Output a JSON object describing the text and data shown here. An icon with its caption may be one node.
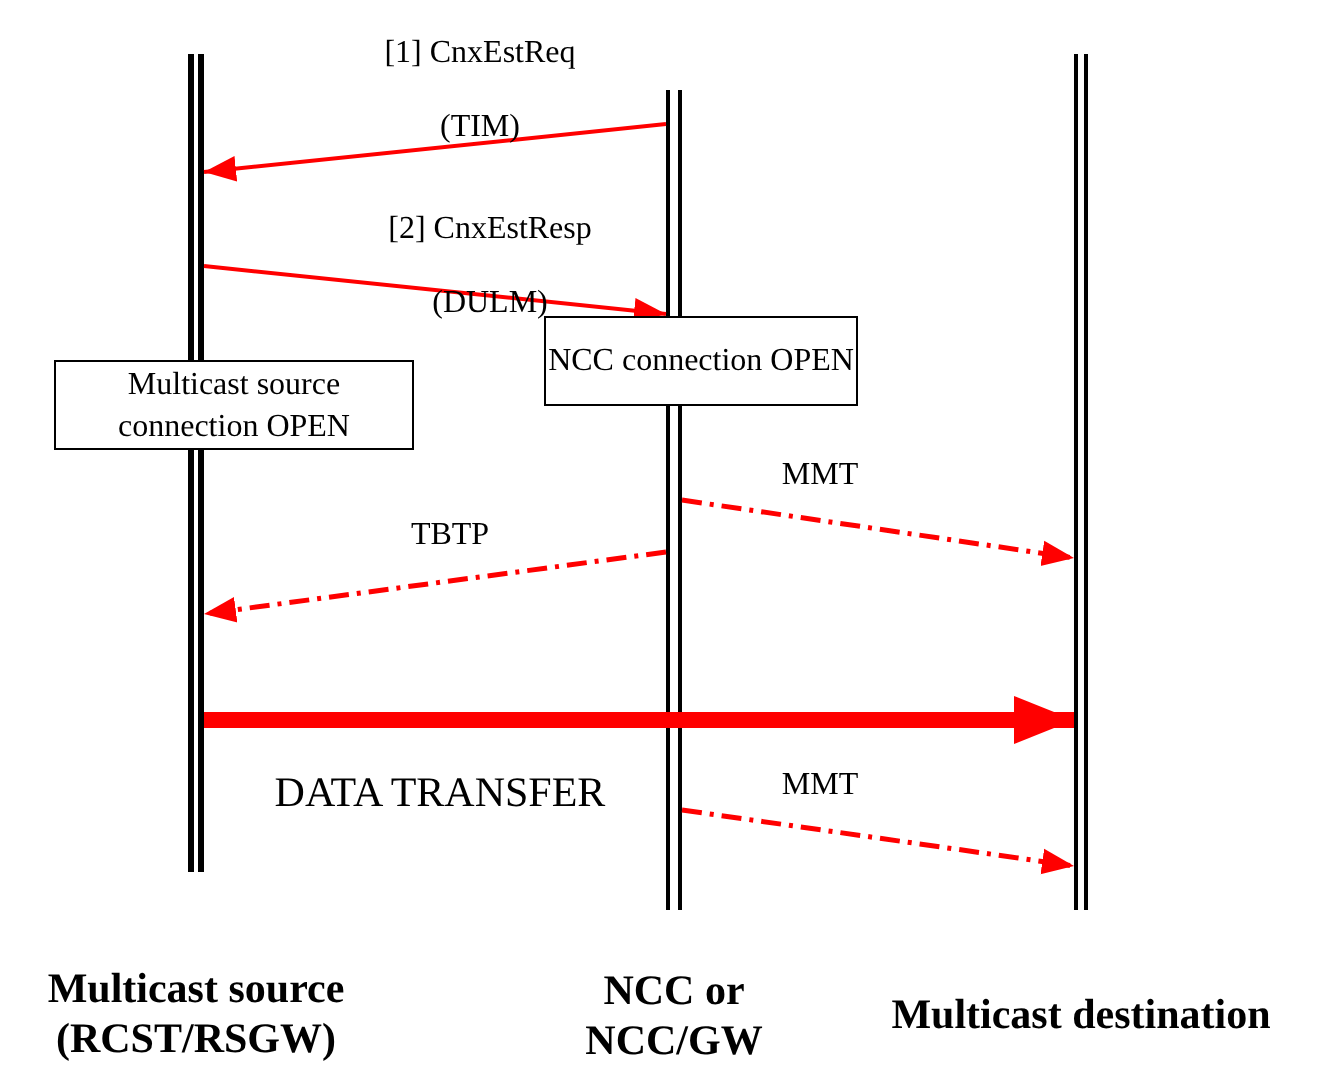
{
  "diagram": {
    "nodes": [
      {
        "text": [
          "Multicast source (RCST/RSGW)"
        ]
      },
      {
        "text": [
          "NCC or NCC/GW"
        ]
      },
      {
        "text": [
          "Multicast destination"
        ]
      },
      {
        "text": [
          "Multicast source connection OPEN"
        ]
      },
      {
        "text": [
          "NCC connection OPEN"
        ]
      }
    ],
    "edges": [
      {
        "from": 1,
        "to": 0,
        "arrow": "to",
        "label": "[1] CnxEstReq (TIM)"
      },
      {
        "from": 0,
        "to": 1,
        "arrow": "to",
        "label": "[2] CnxEstResp (DULM)"
      },
      {
        "from": 1,
        "to": 2,
        "arrow": "to",
        "label": "MMT",
        "style": "dashed"
      },
      {
        "from": 1,
        "to": 0,
        "arrow": "to",
        "label": "TBTP",
        "style": "dashed"
      },
      {
        "from": 0,
        "to": 2,
        "arrow": "to",
        "label": "DATA TRANSFER",
        "style": "thick"
      },
      {
        "from": 1,
        "to": 2,
        "arrow": "to",
        "label": "MMT",
        "style": "dashed"
      }
    ]
  }
}
